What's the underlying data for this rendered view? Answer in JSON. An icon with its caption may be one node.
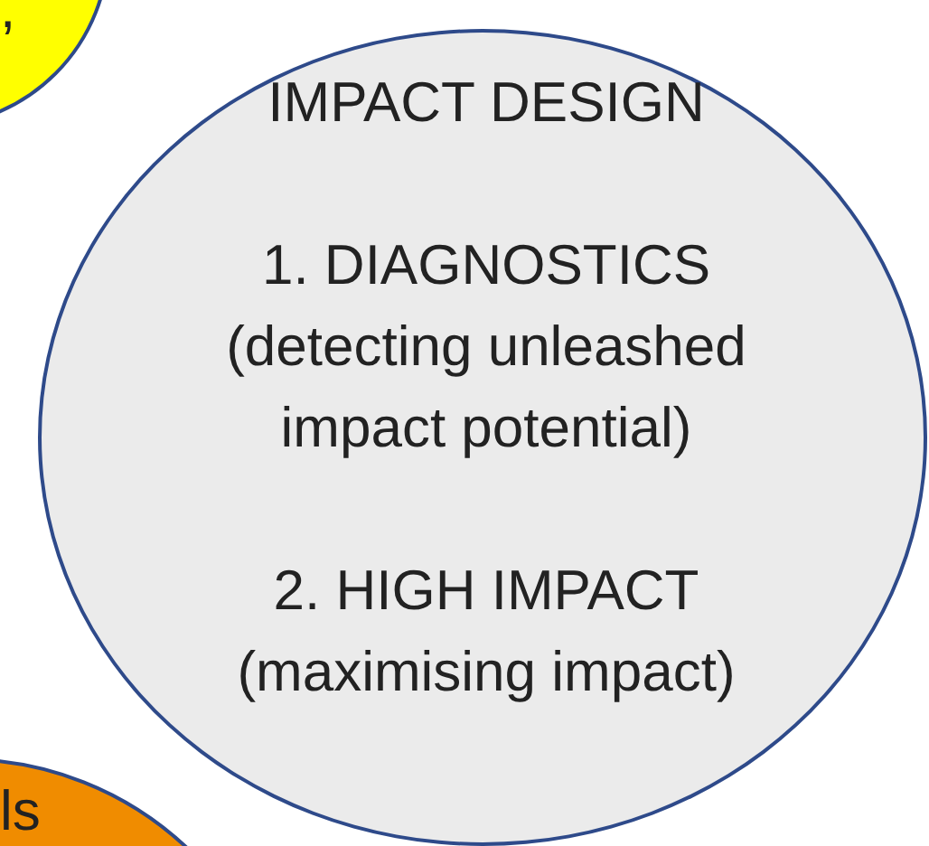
{
  "diagram": {
    "nodes": [
      {
        "text": [
          ","
        ]
      },
      {
        "text": [
          "IMPACT DESIGN",
          "1. DIAGNOSTICS (detecting unleashed impact potential)",
          "2. HIGH IMPACT (maximising impact)"
        ]
      },
      {
        "text": [
          "ls"
        ]
      }
    ]
  }
}
